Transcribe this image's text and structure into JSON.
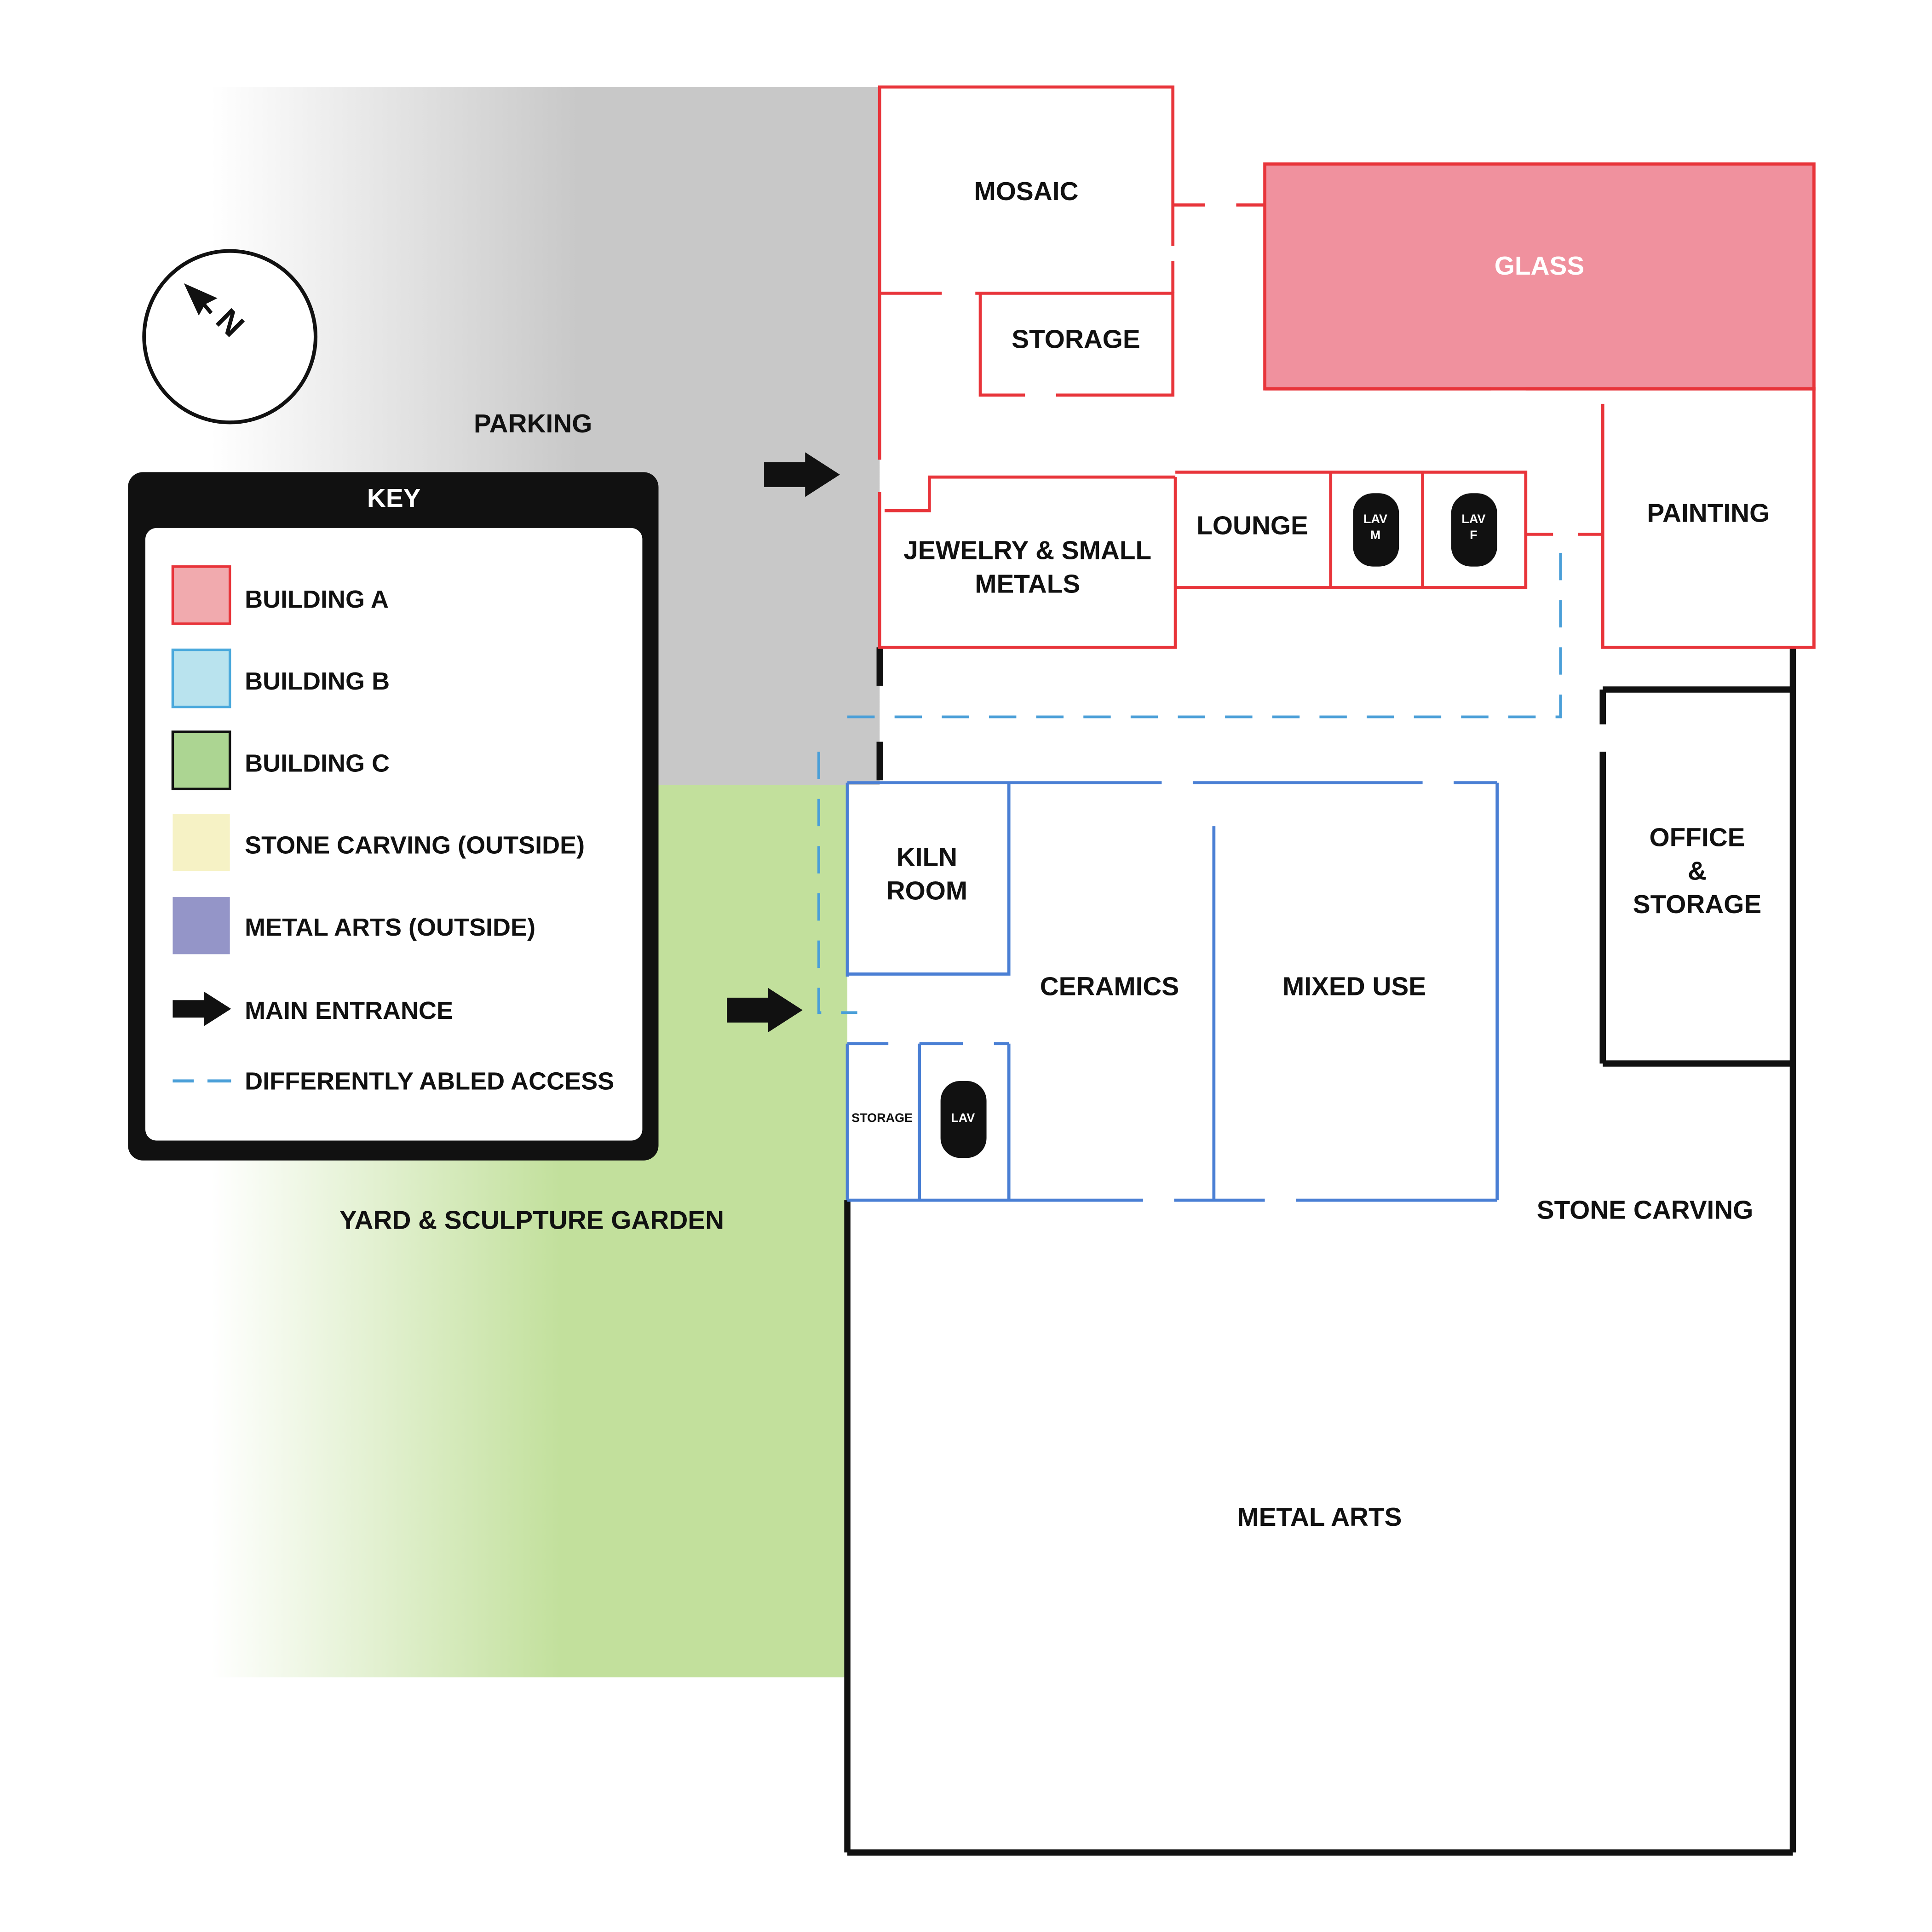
{
  "compass": {
    "north_label": "N",
    "icon": "north-arrow-icon"
  },
  "areas": {
    "parking": "PARKING",
    "yard": "YARD & SCULPTURE GARDEN",
    "stone_carving": "STONE CARVING",
    "metal_arts": "METAL ARTS"
  },
  "building_a": {
    "color": "#e8343a",
    "rooms": {
      "mosaic": "MOSAIC",
      "storage": "STORAGE",
      "glass": "GLASS",
      "jewelry_line1": "JEWELRY & SMALL",
      "jewelry_line2": "METALS",
      "lounge": "LOUNGE",
      "lav_m_line1": "LAV",
      "lav_m_line2": "M",
      "lav_f_line1": "LAV",
      "lav_f_line2": "F",
      "painting": "PAINTING"
    }
  },
  "building_b": {
    "color": "#4a7fd4",
    "rooms": {
      "kiln_line1": "KILN",
      "kiln_line2": "ROOM",
      "ceramics": "CERAMICS",
      "mixed_use": "MIXED USE",
      "storage": "STORAGE",
      "lav": "LAV"
    }
  },
  "building_c": {
    "color": "#111111",
    "rooms": {
      "office_line1": "OFFICE",
      "office_line2": "&",
      "office_line3": "STORAGE"
    }
  },
  "key": {
    "title": "KEY",
    "items": [
      {
        "label": "BUILDING A",
        "swatch": "#f1aaae",
        "border": "#e8343a"
      },
      {
        "label": "BUILDING B",
        "swatch": "#b9e3ee",
        "border": "#4aa9dc"
      },
      {
        "label": "BUILDING C",
        "swatch": "#acd592",
        "border": "#111111"
      },
      {
        "label": "STONE CARVING (OUTSIDE)",
        "swatch": "#f6f2c5",
        "border": "#f6f2c5"
      },
      {
        "label": "METAL ARTS (OUTSIDE)",
        "swatch": "#9495c8",
        "border": "#9495c8"
      },
      {
        "label": "MAIN ENTRANCE",
        "icon": "arrow-right-icon"
      },
      {
        "label": "DIFFERENTLY ABLED ACCESS",
        "icon": "dashed-line-icon"
      }
    ]
  }
}
